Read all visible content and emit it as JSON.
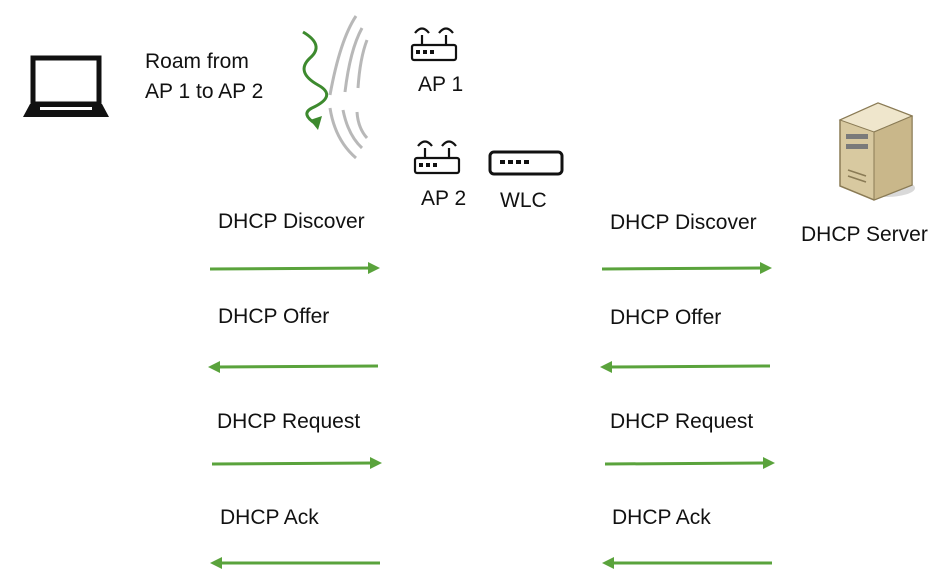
{
  "client": {
    "roam_line1": "Roam from",
    "roam_line2": "AP 1 to AP 2"
  },
  "ap1": {
    "label": "AP 1"
  },
  "ap2": {
    "label": "AP 2"
  },
  "wlc": {
    "label": "WLC"
  },
  "server": {
    "label": "DHCP Server"
  },
  "left_flow": [
    {
      "label": "DHCP Discover",
      "direction": "right"
    },
    {
      "label": "DHCP Offer",
      "direction": "left"
    },
    {
      "label": "DHCP Request",
      "direction": "right"
    },
    {
      "label": "DHCP Ack",
      "direction": "left"
    }
  ],
  "right_flow": [
    {
      "label": "DHCP Discover",
      "direction": "right"
    },
    {
      "label": "DHCP Offer",
      "direction": "left"
    },
    {
      "label": "DHCP Request",
      "direction": "right"
    },
    {
      "label": "DHCP Ack",
      "direction": "left"
    }
  ],
  "colors": {
    "arrow": "#5aa33c",
    "wave": "#3d8a2e",
    "signal": "#b8b8b8",
    "icon": "#111111"
  }
}
